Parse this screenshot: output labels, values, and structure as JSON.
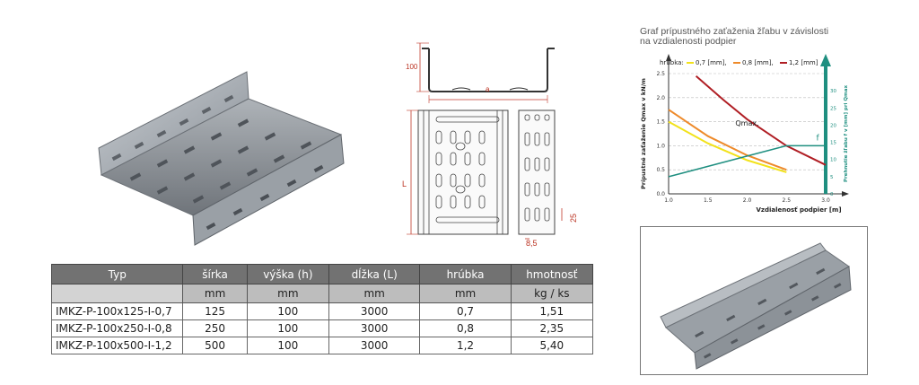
{
  "table": {
    "headers": [
      "Typ",
      "šírka",
      "výška (h)",
      "dĺžka (L)",
      "hrúbka",
      "hmotnosť"
    ],
    "units": [
      "",
      "mm",
      "mm",
      "mm",
      "mm",
      "kg / ks"
    ],
    "rows": [
      [
        "IMKZ-P-100x125-I-0,7",
        "125",
        "100",
        "3000",
        "0,7",
        "1,51"
      ],
      [
        "IMKZ-P-100x250-I-0,8",
        "250",
        "100",
        "3000",
        "0,8",
        "2,35"
      ],
      [
        "IMKZ-P-100x500-I-1,2",
        "500",
        "100",
        "3000",
        "1,2",
        "5,40"
      ]
    ]
  },
  "drawing": {
    "height_label": "100",
    "width_label": "a",
    "length_label": "L",
    "slot_height_label": "25",
    "slot_width_label": "8,5"
  },
  "chart_title_line1": "Graf prípustného zaťaženia žľabu v závislosti",
  "chart_title_line2": "na vzdialenosti podpier",
  "chart_data": {
    "type": "line",
    "xlabel": "Vzdialenosť podpier [m]",
    "ylabel": "Prípustné zaťaženie Qmax v kN/m",
    "y2label": "Prehnutie žľabu f v [mm] pri Qmax",
    "legend_prefix": "hrúbka:",
    "xlim": [
      1.0,
      3.0
    ],
    "ylim": [
      0.0,
      2.5
    ],
    "y2lim": [
      0,
      35
    ],
    "x_ticks": [
      "1.0",
      "1.5",
      "2.0",
      "2.5",
      "3.0"
    ],
    "y_ticks": [
      "0.0",
      "0.5",
      "1.0",
      "1.5",
      "2.0",
      "2.5"
    ],
    "y2_ticks": [
      "0",
      "5",
      "10",
      "15",
      "20",
      "25",
      "30"
    ],
    "qmax_label": "Qmax.",
    "f_label": "f",
    "series": [
      {
        "name": "0,7 [mm],",
        "color": "#f2e21a",
        "x": [
          1.0,
          1.5,
          2.0,
          2.5
        ],
        "y": [
          1.5,
          1.05,
          0.7,
          0.45
        ]
      },
      {
        "name": "0,8 [mm],",
        "color": "#ee8a2a",
        "x": [
          1.0,
          1.5,
          2.0,
          2.5
        ],
        "y": [
          1.75,
          1.2,
          0.8,
          0.5
        ]
      },
      {
        "name": "1,2 [mm]",
        "color": "#b01e24",
        "x": [
          1.35,
          1.7,
          2.0,
          2.5,
          3.0
        ],
        "y": [
          2.45,
          1.95,
          1.55,
          1.0,
          0.6
        ]
      }
    ],
    "deflection": {
      "color": "#1f8f80",
      "x": [
        1.0,
        2.0,
        2.5,
        3.0
      ],
      "y2": [
        5,
        11,
        14,
        14
      ]
    }
  }
}
